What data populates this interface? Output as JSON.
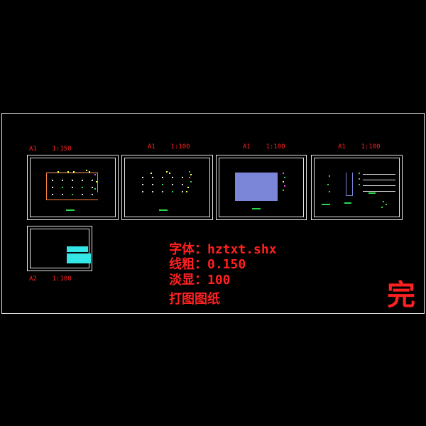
{
  "sheets": [
    {
      "label": "A1    1:150"
    },
    {
      "label": "A1    1:100"
    },
    {
      "label": "A1    1:100"
    },
    {
      "label": "A1    1:100"
    },
    {
      "label": "A2    1:100"
    }
  ],
  "notes": {
    "font": "字体：hztxt.shx",
    "line_weight": "线粗：0.150",
    "fade": "淡显：100",
    "print": "打图图纸"
  },
  "done": "完",
  "colors": {
    "background": "#000000",
    "frame": "#e6e6e6",
    "text_red": "#ff2020",
    "fill_blue": "#7c86d8",
    "fill_cyan": "#35e6e6"
  }
}
